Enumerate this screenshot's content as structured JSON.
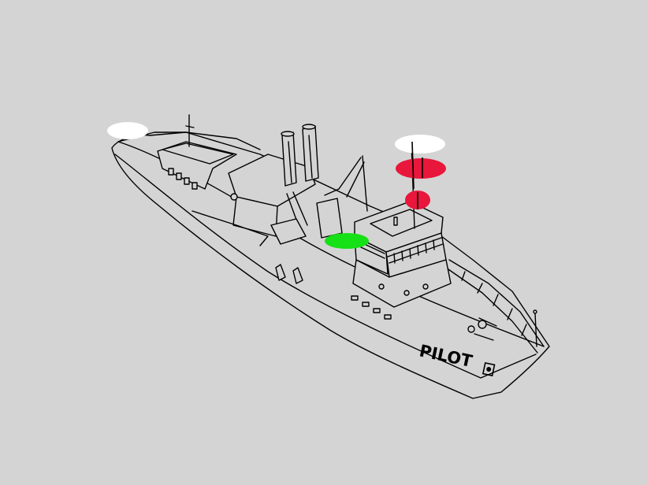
{
  "scene": {
    "background_color": "#d4d4d4",
    "line_color": "#000000",
    "ship_fill_color": "#d4d4d4"
  },
  "ship": {
    "hull_text": "PILOT"
  },
  "lights": {
    "stern_light": {
      "color": "#ffffff",
      "meaning": "white"
    },
    "masthead_light": {
      "color": "#ffffff",
      "meaning": "white"
    },
    "upper_red_light": {
      "color": "#e8173b",
      "meaning": "red"
    },
    "lower_red_light": {
      "color": "#e8173b",
      "meaning": "red"
    },
    "starboard_sidelight": {
      "color": "#16e016",
      "meaning": "green"
    }
  }
}
